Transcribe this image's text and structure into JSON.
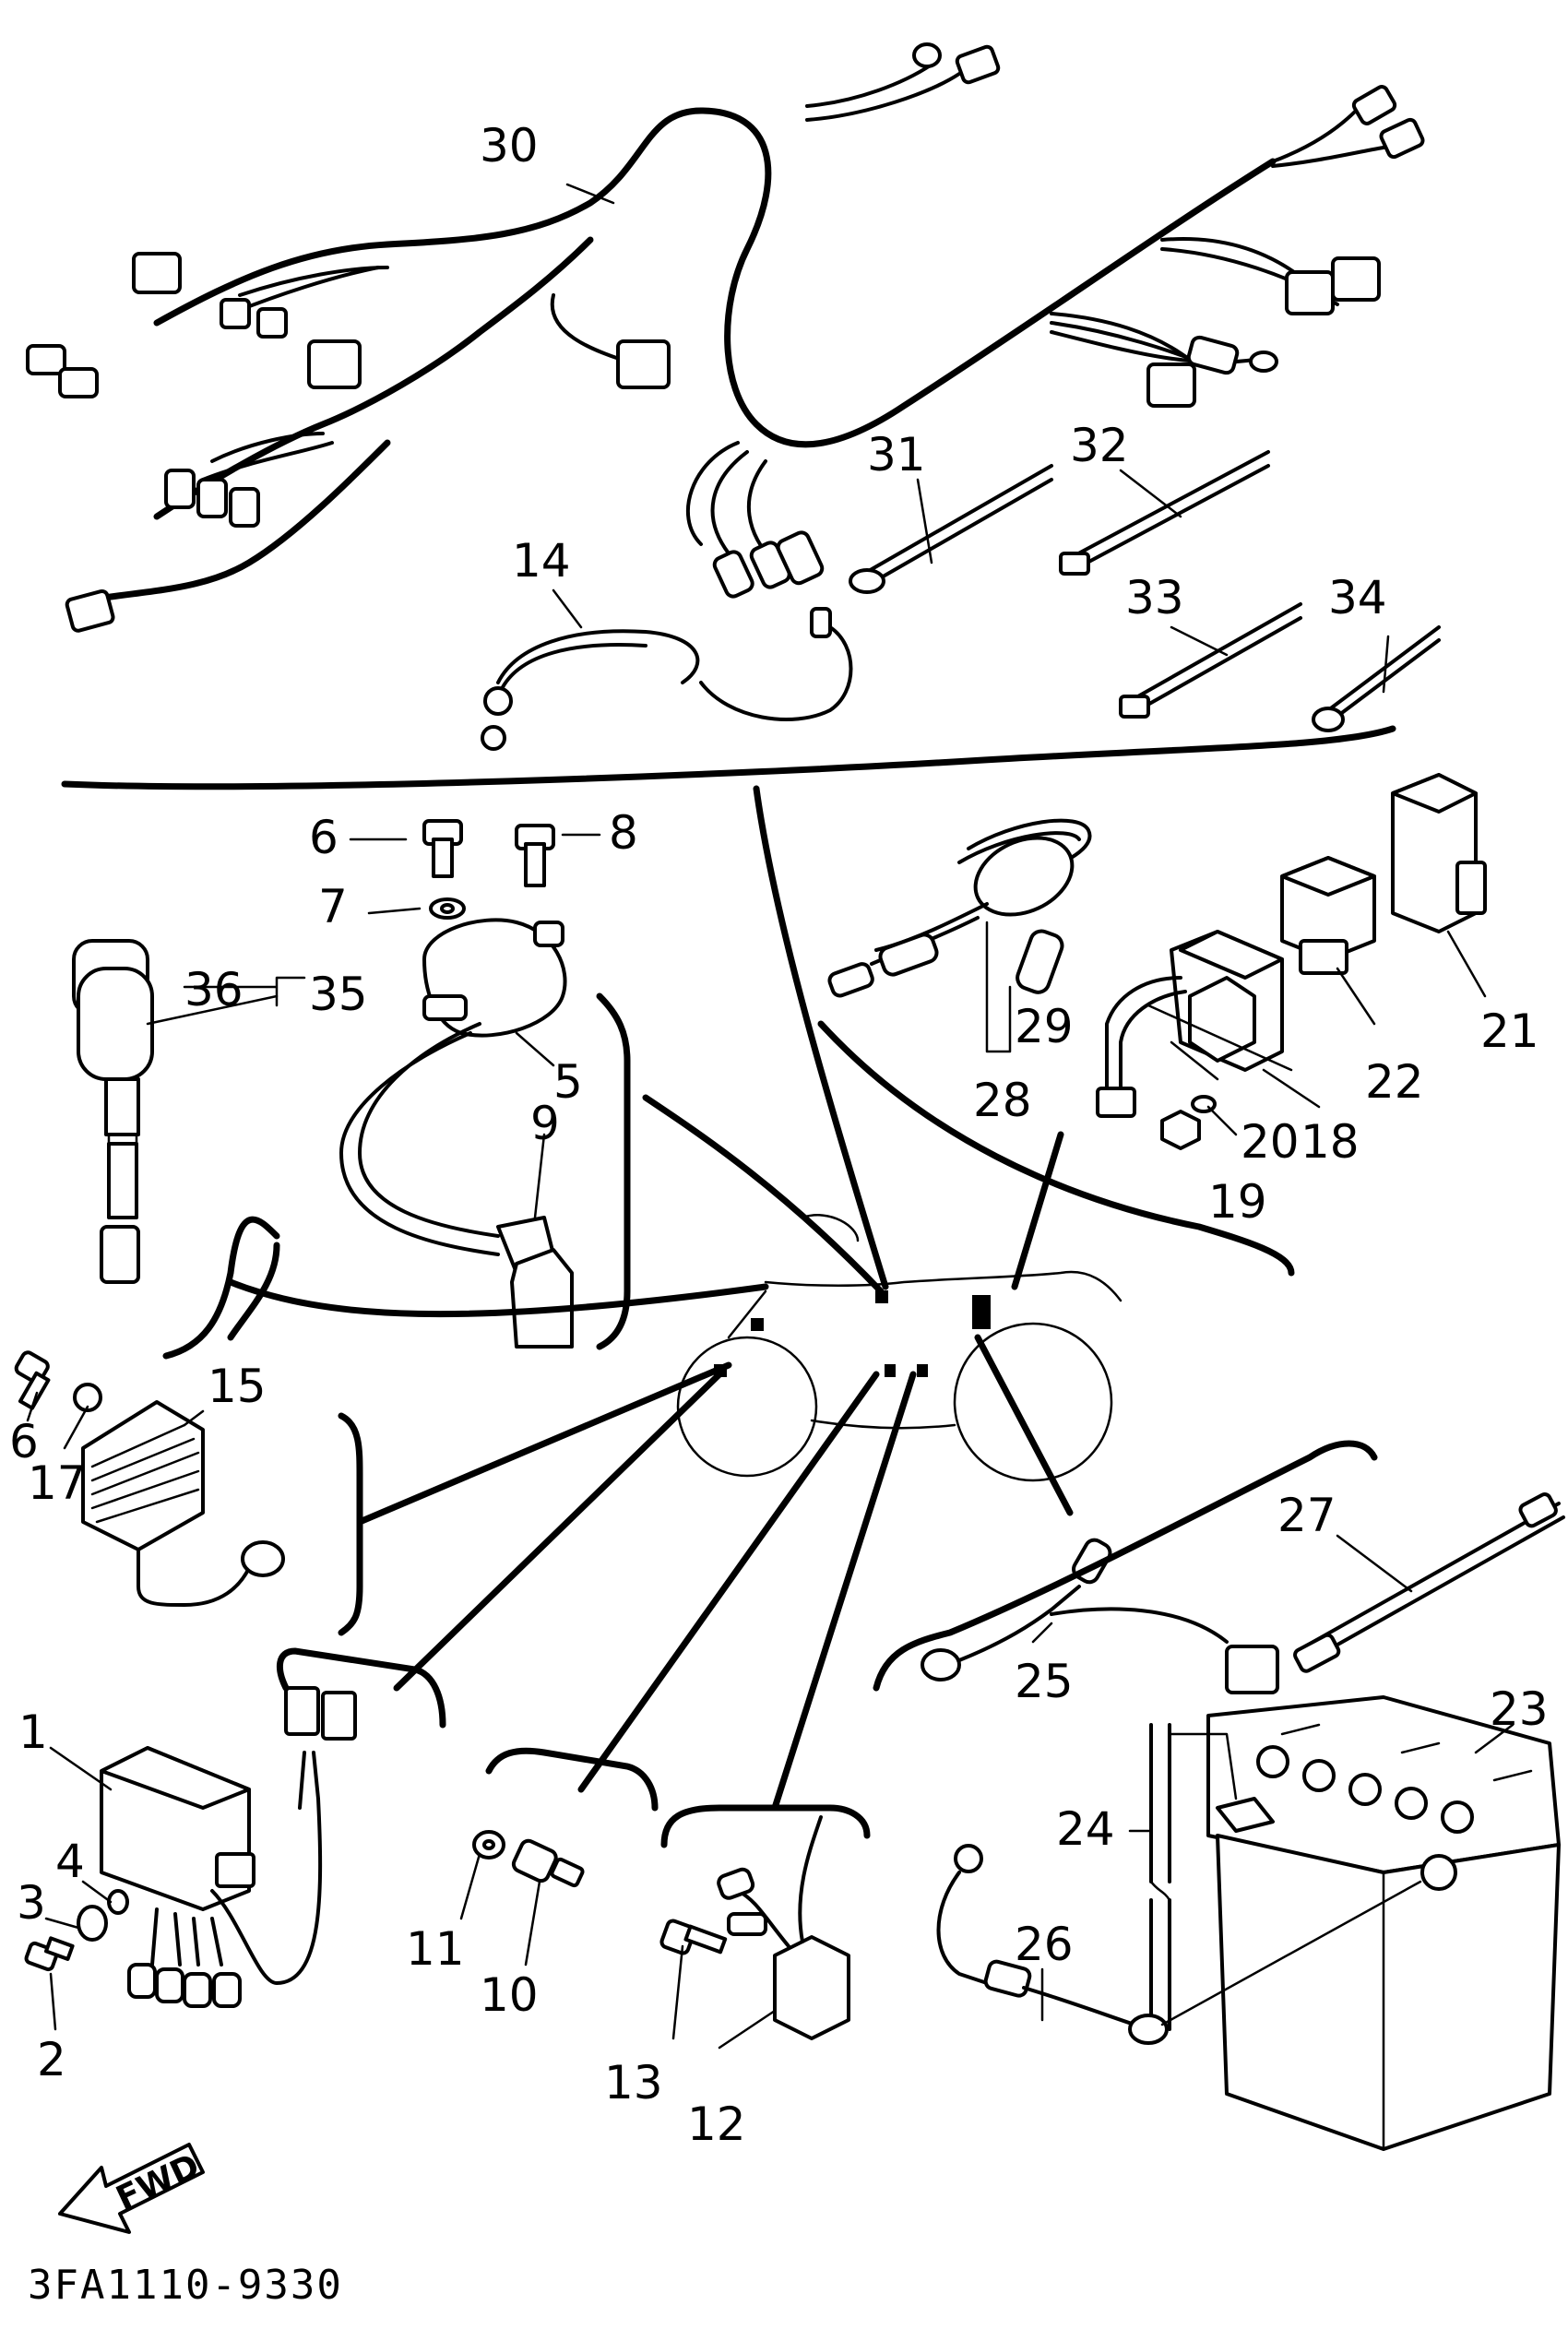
{
  "figure_code": "3FA1110-9330",
  "fwd_label": "FWD",
  "callouts": {
    "p1": "1",
    "p2": "2",
    "p3": "3",
    "p4": "4",
    "p5": "5",
    "p6a": "6",
    "p6b": "6",
    "p7": "7",
    "p8": "8",
    "p9": "9",
    "p10": "10",
    "p11": "11",
    "p12": "12",
    "p13": "13",
    "p14": "14",
    "p15": "15",
    "p17": "17",
    "p18": "18",
    "p19": "19",
    "p20": "20",
    "p21": "21",
    "p22": "22",
    "p23": "23",
    "p24": "24",
    "p25": "25",
    "p26": "26",
    "p27": "27",
    "p28": "28",
    "p29": "29",
    "p30": "30",
    "p31": "31",
    "p32": "32",
    "p33": "33",
    "p34": "34",
    "p35": "35",
    "p36": "36"
  }
}
